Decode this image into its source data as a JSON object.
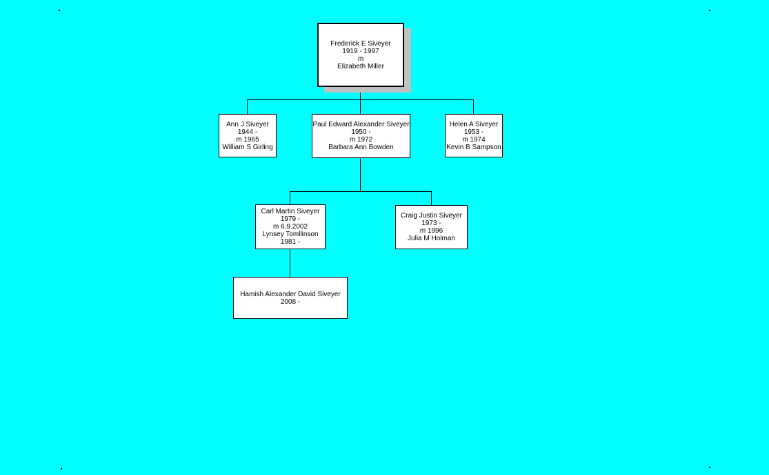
{
  "page": {
    "background_color": "#00ffff",
    "box_fill_color": "#ffffff",
    "box_border_color": "#000000",
    "connector_color": "#000000",
    "shadow_color": "#c0c0c0"
  },
  "people": [
    {
      "key": "frederick",
      "generation": 1,
      "lines": [
        "Frederick E Siveyer",
        "1919 - 1997",
        "m",
        "Elizabeth Miller"
      ]
    },
    {
      "key": "ann",
      "generation": 2,
      "lines": [
        "Ann J Siveyer",
        "1944 -",
        "m 1965",
        "William S Girling"
      ]
    },
    {
      "key": "paul",
      "generation": 2,
      "lines": [
        "Paul Edward Alexander Siveyer",
        "1950 -",
        "m 1972",
        "Barbara Ann Bowden"
      ]
    },
    {
      "key": "helen",
      "generation": 2,
      "lines": [
        "Helen A Siveyer",
        "1953 -",
        "m 1974",
        "Kevin B Sampson"
      ]
    },
    {
      "key": "carl",
      "generation": 3,
      "lines": [
        "Carl Martin Siveyer",
        "1979 -",
        "m 6.9.2002",
        "Lynsey Tomllinson",
        "1981 -"
      ]
    },
    {
      "key": "craig",
      "generation": 3,
      "lines": [
        "Craig Justin Siveyer",
        "1973 -",
        "m 1996",
        "Julia M Holman"
      ]
    },
    {
      "key": "hamish",
      "generation": 4,
      "lines": [
        "Hamish Alexander David Siveyer",
        "2008 -"
      ]
    }
  ]
}
